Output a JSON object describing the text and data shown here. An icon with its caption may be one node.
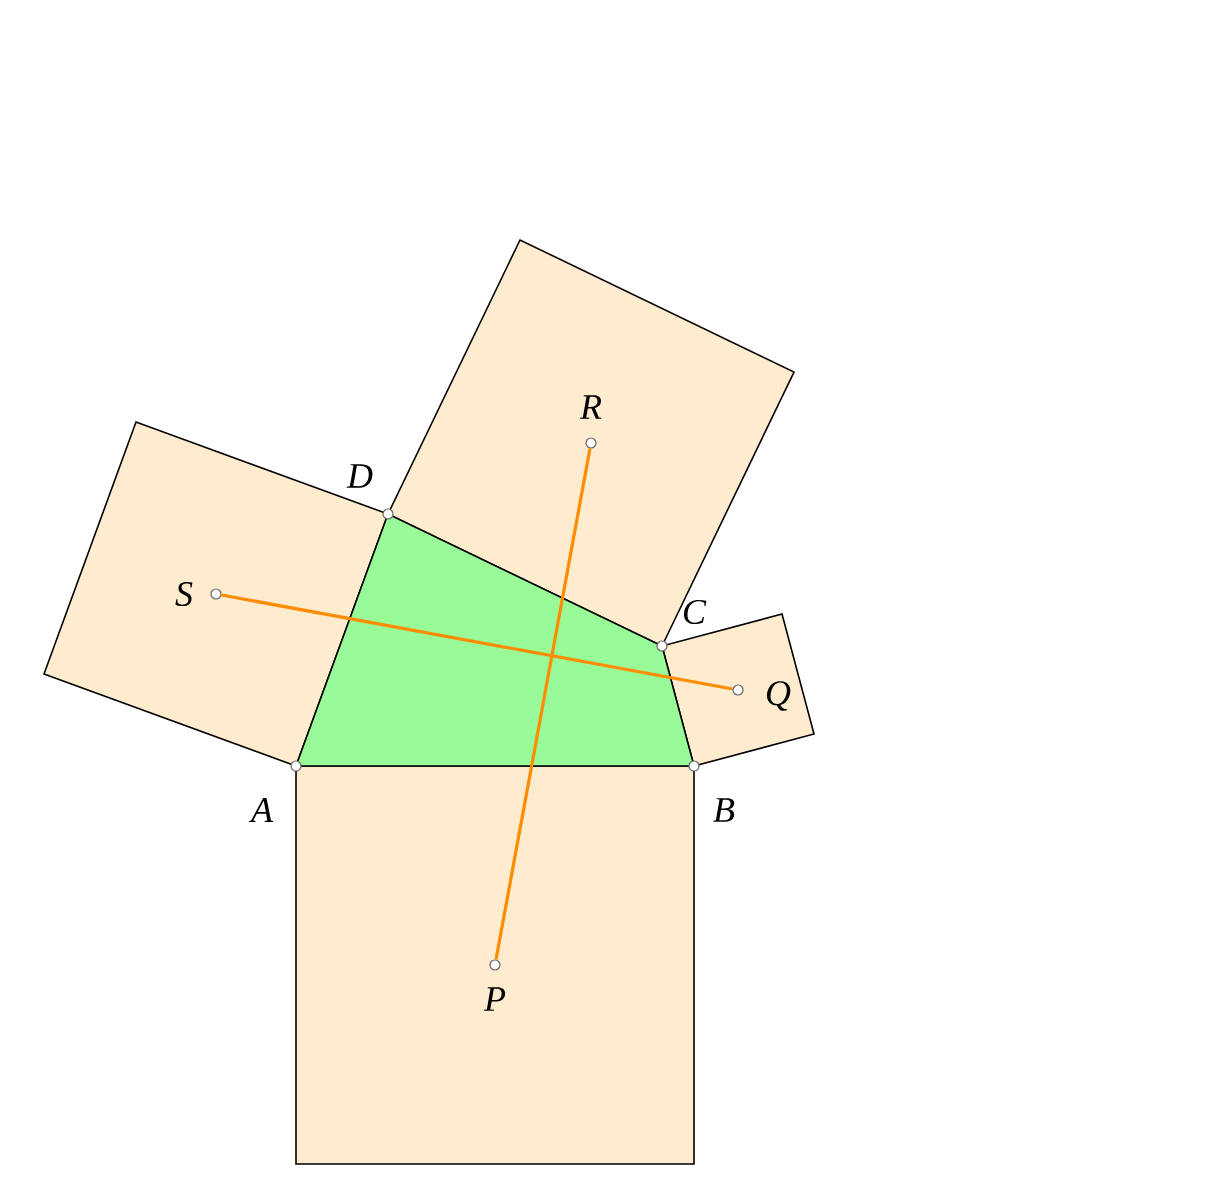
{
  "diagram": {
    "nodes": [
      {
        "text": [
          "R"
        ]
      },
      {
        "text": [
          "D"
        ]
      },
      {
        "text": [
          "S"
        ]
      },
      {
        "text": [
          "C"
        ]
      },
      {
        "text": [
          "Q"
        ]
      },
      {
        "text": [
          "A"
        ]
      },
      {
        "text": [
          "B"
        ]
      },
      {
        "text": [
          "P"
        ]
      }
    ],
    "edges": [
      {
        "from": 7,
        "to": 0,
        "arrow": "none",
        "color": "#ff8c00"
      },
      {
        "from": 2,
        "to": 4,
        "arrow": "none",
        "color": "#ff8c00"
      }
    ]
  }
}
